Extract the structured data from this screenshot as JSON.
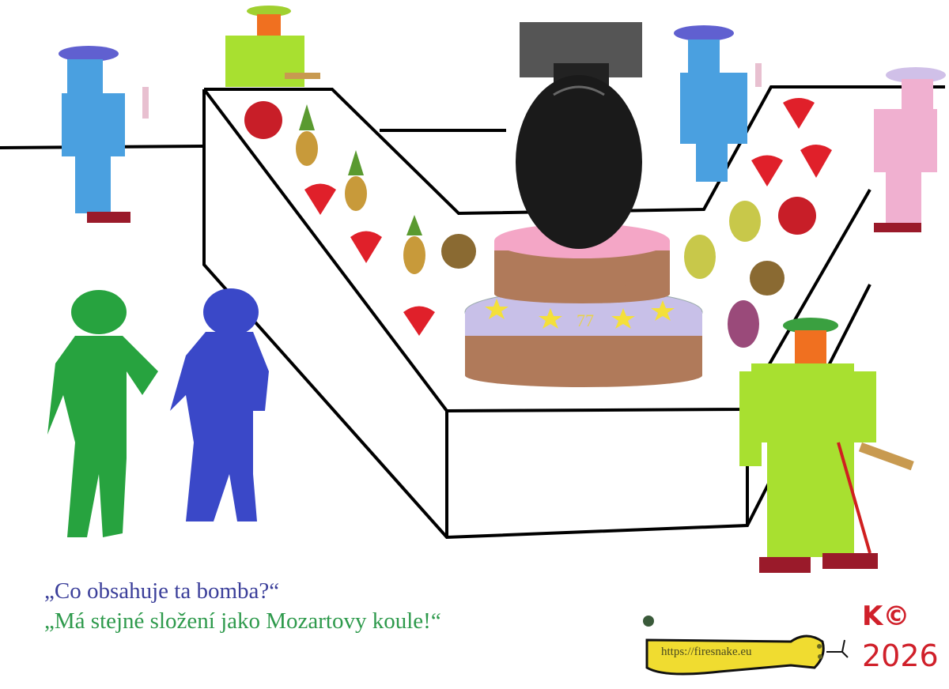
{
  "dialogue": {
    "question": "„Co obsahuje ta bomba?“",
    "answer": "„Má stejné složení jako Mozartovy koule!“"
  },
  "logo": {
    "url_text": "https://firesnake.eu"
  },
  "signature": {
    "initials": "K©",
    "year": "2026"
  },
  "cake": {
    "number": "77"
  },
  "colors": {
    "question_text": "#3b3f9a",
    "answer_text": "#2e9a4c",
    "signature": "#d0202a",
    "cake_top": "#f4a6c6",
    "cake_layer": "#b07a5a",
    "cake_band": "#c8c0e8",
    "alien_green": "#27a33f",
    "alien_blue": "#3a48c8"
  }
}
